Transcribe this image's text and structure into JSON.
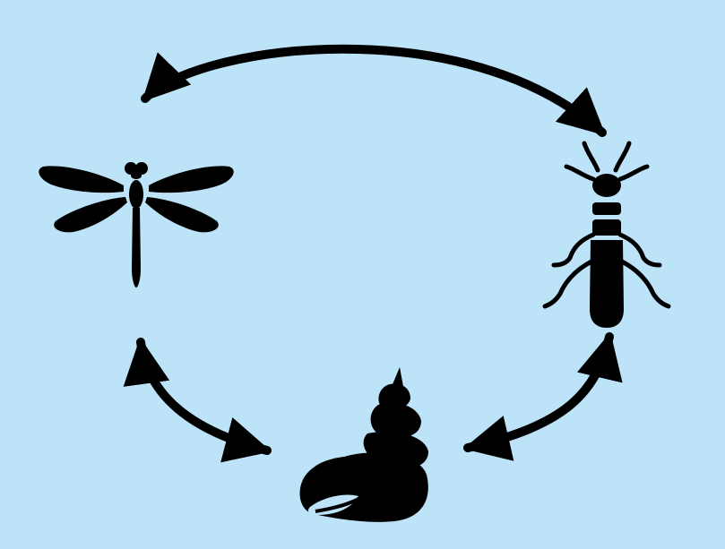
{
  "colors": {
    "background": "#bde3f8",
    "ink": "#000000"
  },
  "nodes": [
    {
      "id": "dragonfly",
      "icon": "dragonfly-icon"
    },
    {
      "id": "larva",
      "icon": "insect-larva-icon"
    },
    {
      "id": "snail",
      "icon": "snail-shell-icon"
    }
  ],
  "edges": [
    {
      "from": "dragonfly",
      "to": "larva",
      "direction": "bidirectional"
    },
    {
      "from": "dragonfly",
      "to": "snail",
      "direction": "bidirectional"
    },
    {
      "from": "larva",
      "to": "snail",
      "direction": "bidirectional"
    }
  ]
}
